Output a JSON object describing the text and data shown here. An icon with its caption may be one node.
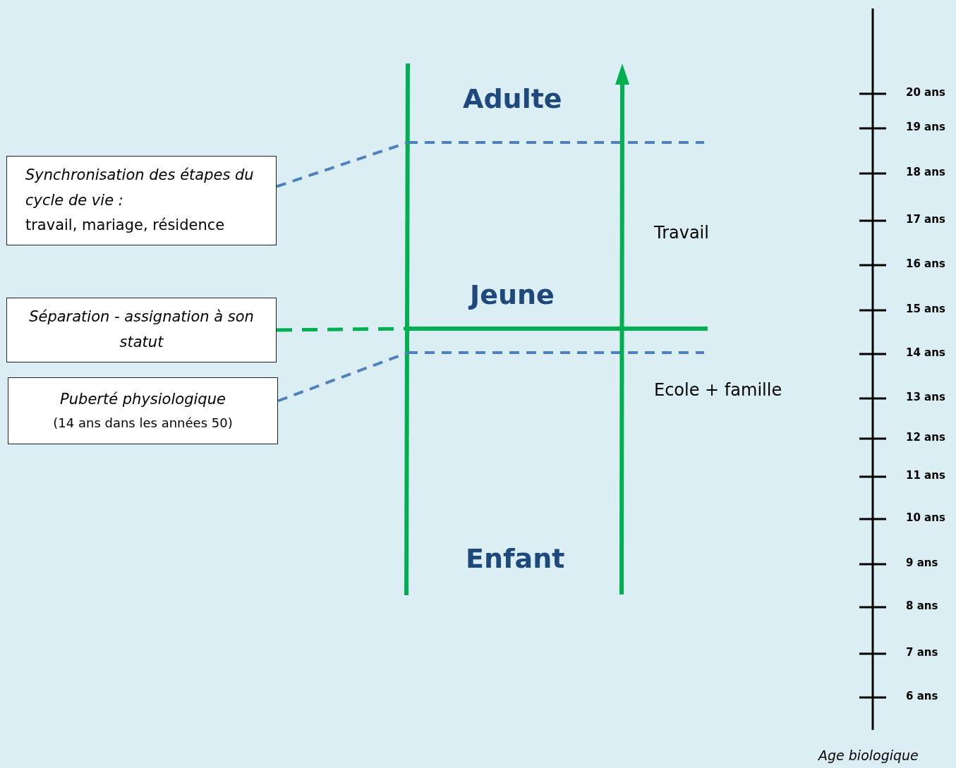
{
  "diagram": {
    "nodes": [
      {
        "text": [
          "Synchronisation des étapes du cycle de vie :",
          "travail, mariage, résidence"
        ]
      },
      {
        "text": [
          "Séparation - assignation à son statut"
        ]
      },
      {
        "text": [
          "Puberté physiologique",
          "(14 ans dans les années 50)"
        ]
      }
    ],
    "edges": [
      {
        "from": 0,
        "to": null,
        "arrow": "none",
        "style": "dashed",
        "color": "#4f81bd"
      },
      {
        "from": 1,
        "to": null,
        "arrow": "none",
        "style": "dashed",
        "color": "#00b050"
      },
      {
        "from": 2,
        "to": null,
        "arrow": "none",
        "style": "dashed",
        "color": "#4f81bd"
      }
    ],
    "labels": [
      "Adulte",
      "Jeune",
      "Enfant",
      "Travail",
      "Ecole + famille",
      "20 ans",
      "19 ans",
      "18 ans",
      "17 ans",
      "16 ans",
      "15 ans",
      "14 ans",
      "13 ans",
      "12 ans",
      "11 ans",
      "10 ans",
      "9 ans",
      "8 ans",
      "7 ans",
      "6 ans",
      "Age biologique"
    ]
  }
}
